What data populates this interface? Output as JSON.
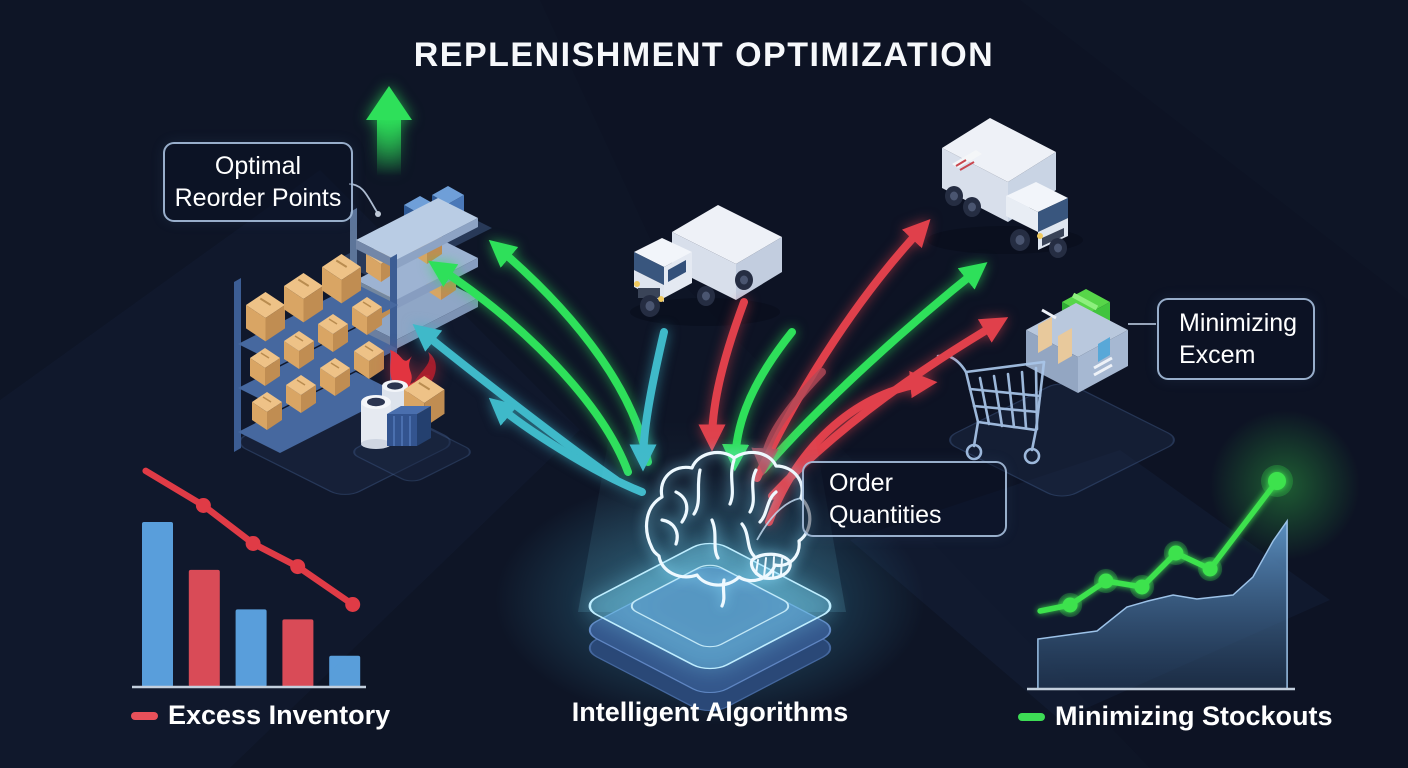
{
  "title": "REPLENISHMENT OPTIMIZATION",
  "colors": {
    "background": "#0e1526",
    "green": "#2ee05a",
    "teal": "#3fb9c9",
    "red": "#e0404b",
    "cyan_glow": "#8fe7ff",
    "box_border": "#b2cae9",
    "bar_blue": "#5fa9e8",
    "bar_red": "#e8505a",
    "axis": "#c3cfdd"
  },
  "callouts": {
    "optimal": {
      "lines": [
        "Optimal",
        "Reorder Points"
      ]
    },
    "excess": {
      "lines": [
        "Minimizing",
        "Excem"
      ]
    },
    "order": {
      "lines": [
        "Order",
        "Quantities"
      ]
    }
  },
  "captions": {
    "left": {
      "label": "Excess Inventory",
      "legend_color": "#e8505a"
    },
    "center": {
      "label": "Intelligent Algorithms"
    },
    "right": {
      "label": "Minimizing Stockouts",
      "legend_color": "#3ddc55"
    }
  },
  "icons": {
    "up-arrow-icon": "green growth arrow",
    "storage-shelf-icon": "shelf with blue and tan boxes",
    "warehouse-rack-icon": "rack full of cardboard boxes",
    "supplies-icon": "cans, crate and box with red flame",
    "truck-icon": "white delivery truck (center)",
    "delivery-truck-icon": "white delivery truck (right)",
    "package-box-icon": "large parcel with green gift box",
    "shopping-cart-icon": "wireframe shopping cart",
    "brain-icon": "line-art brain",
    "ai-platform-icon": "glowing isometric chip platform"
  },
  "chart_data": [
    {
      "type": "bar",
      "title": "Excess Inventory",
      "legend_position": "bottom-left",
      "grid": false,
      "ylim": [
        0,
        140
      ],
      "axis_color": "#c3cfdd",
      "categories": [
        "",
        "",
        "",
        "",
        ""
      ],
      "bars": {
        "values": [
          100,
          71,
          47,
          41,
          19
        ],
        "colors": [
          "#5fa9e8",
          "#e8505a",
          "#5fa9e8",
          "#e8505a",
          "#5fa9e8"
        ]
      },
      "overlay_line": {
        "color": "#e03b46",
        "x": [
          0.06,
          0.28,
          0.47,
          0.64,
          0.85
        ],
        "values": [
          131,
          110,
          87,
          73,
          50
        ],
        "dots_from": 1
      }
    },
    {
      "type": "area+line",
      "title": "Minimizing Stockouts",
      "legend_position": "bottom-left",
      "grid": false,
      "ylim": [
        0,
        125
      ],
      "axis_color": "#c3cfdd",
      "area": {
        "color": "#5e94c8",
        "x": [
          0.046,
          0.257,
          0.364,
          0.439,
          0.529,
          0.614,
          0.743,
          0.814,
          0.886,
          0.936
        ],
        "values": [
          25,
          29,
          41,
          44,
          47,
          45,
          47,
          56,
          74,
          84
        ]
      },
      "line": {
        "color": "#3de24e",
        "x": [
          0.054,
          0.161,
          0.289,
          0.418,
          0.539,
          0.661,
          0.9
        ],
        "values": [
          39,
          42,
          54,
          51,
          68,
          60,
          104
        ],
        "dots_from": 1
      }
    }
  ]
}
